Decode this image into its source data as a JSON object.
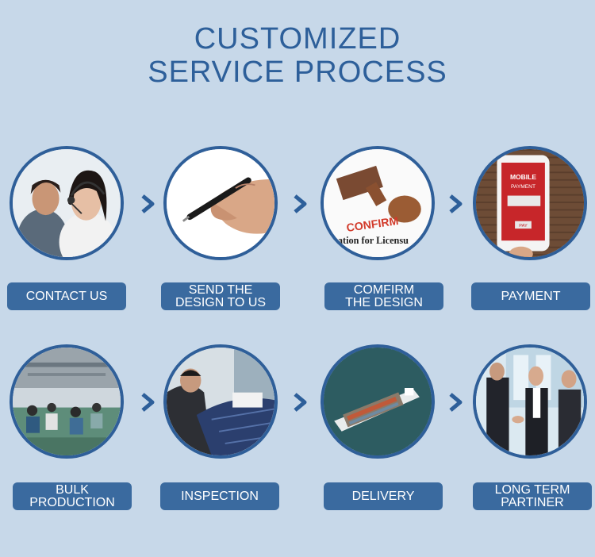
{
  "title": {
    "line1": "CUSTOMIZED",
    "line2": "SERVICE PROCESS"
  },
  "steps": [
    {
      "label": "CONTACT US",
      "image": "call-center-agents"
    },
    {
      "label": "SEND THE\nDESIGN  TO US",
      "image": "hand-with-pen"
    },
    {
      "label": "COMFIRM\nTHE DESIGN",
      "image": "confirm-stamp"
    },
    {
      "label": "PAYMENT",
      "image": "mobile-payment-phone"
    },
    {
      "label": "BULK\nPRODUCTION",
      "image": "factory-floor"
    },
    {
      "label": "INSPECTION",
      "image": "garment-inspection"
    },
    {
      "label": "DELIVERY",
      "image": "cargo-ship"
    },
    {
      "label": "LONG TERM\nPARTINER",
      "image": "business-handshake"
    }
  ],
  "images": {
    "stamp_text": "CONFIRM",
    "stamp_paper_text": "lication for Licensu",
    "phone_line1": "MOBILE",
    "phone_line2": "PAYMENT",
    "phone_button": "PAY"
  },
  "colors": {
    "background": "#c7d8e9",
    "title": "#2d5f9a",
    "label_bg": "#3a6a9f",
    "circle_border": "#2f5f99",
    "arrow": "#2d5f9a"
  }
}
